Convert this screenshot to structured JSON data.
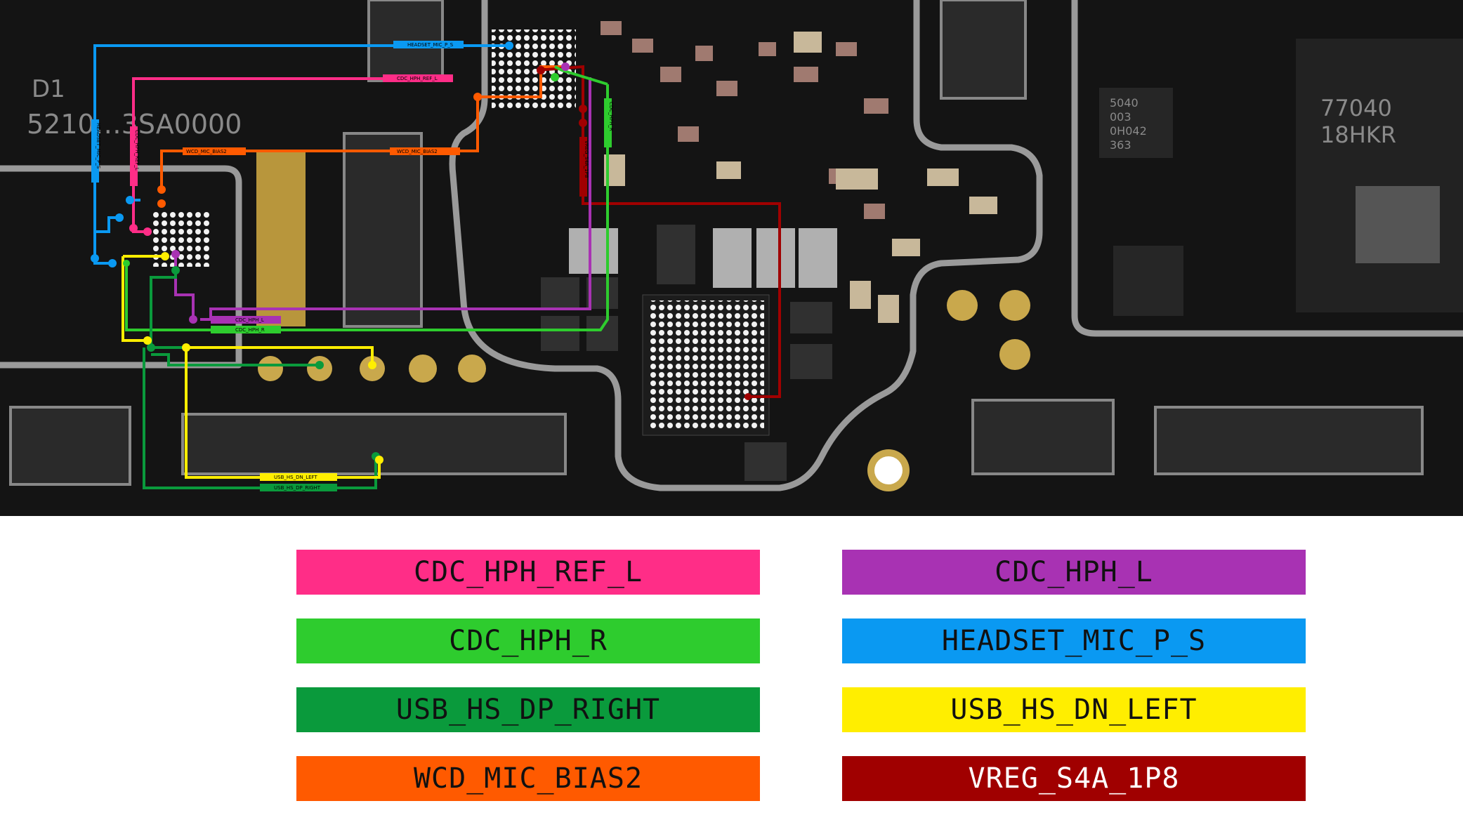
{
  "board": {
    "silk_d1": "D1",
    "silk_code": "5210…3SA0000",
    "chip_right_line1": "77040",
    "chip_right_line2": "18HKR",
    "chip_small_line1": "5040",
    "chip_small_line2": "003",
    "chip_small_line3": "0H042",
    "chip_small_line4": "363"
  },
  "trace_labels": {
    "headset_mic": "HEADSET_MIC_P_S",
    "hph_ref": "CDC_HPH_REF_L",
    "mic_bias_left": "WCD_MIC_BIAS2",
    "mic_bias_right": "WCD_MIC_BIAS2",
    "hph_l": "CDC_HPH_L",
    "hph_r": "CDC_HPH_R",
    "usb_dn": "USB_HS_DN_LEFT",
    "usb_dp": "USB_HS_DP_RIGHT",
    "vertical_headset": "HEADSET_MIC_P_S",
    "vertical_ref": "CDC_HPH_REF_L",
    "vertical_hph_r": "CDC_HPH_R",
    "vertical_vreg": "VREG_S4A_1P8"
  },
  "colors": {
    "pink": "#ff2d87",
    "purple": "#a832b3",
    "light_green": "#2ecc2e",
    "blue": "#0a99f2",
    "dark_green": "#0a9a3c",
    "yellow": "#ffee00",
    "orange": "#ff5a00",
    "dark_red": "#a00000"
  },
  "legend": [
    {
      "label": "CDC_HPH_REF_L",
      "color": "#ff2d87"
    },
    {
      "label": "CDC_HPH_L",
      "color": "#a832b3"
    },
    {
      "label": "CDC_HPH_R",
      "color": "#2ecc2e"
    },
    {
      "label": "HEADSET_MIC_P_S",
      "color": "#0a99f2"
    },
    {
      "label": "USB_HS_DP_RIGHT",
      "color": "#0a9a3c"
    },
    {
      "label": "USB_HS_DN_LEFT",
      "color": "#ffee00"
    },
    {
      "label": "WCD_MIC_BIAS2",
      "color": "#ff5a00"
    },
    {
      "label": "VREG_S4A_1P8",
      "color": "#a00000"
    }
  ]
}
